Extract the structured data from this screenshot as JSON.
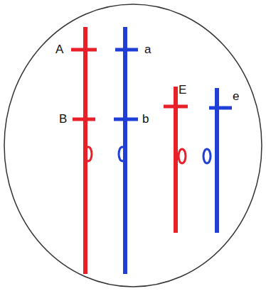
{
  "diagram": {
    "labels": [
      "A",
      "a",
      "B",
      "b",
      "E",
      "e"
    ]
  }
}
